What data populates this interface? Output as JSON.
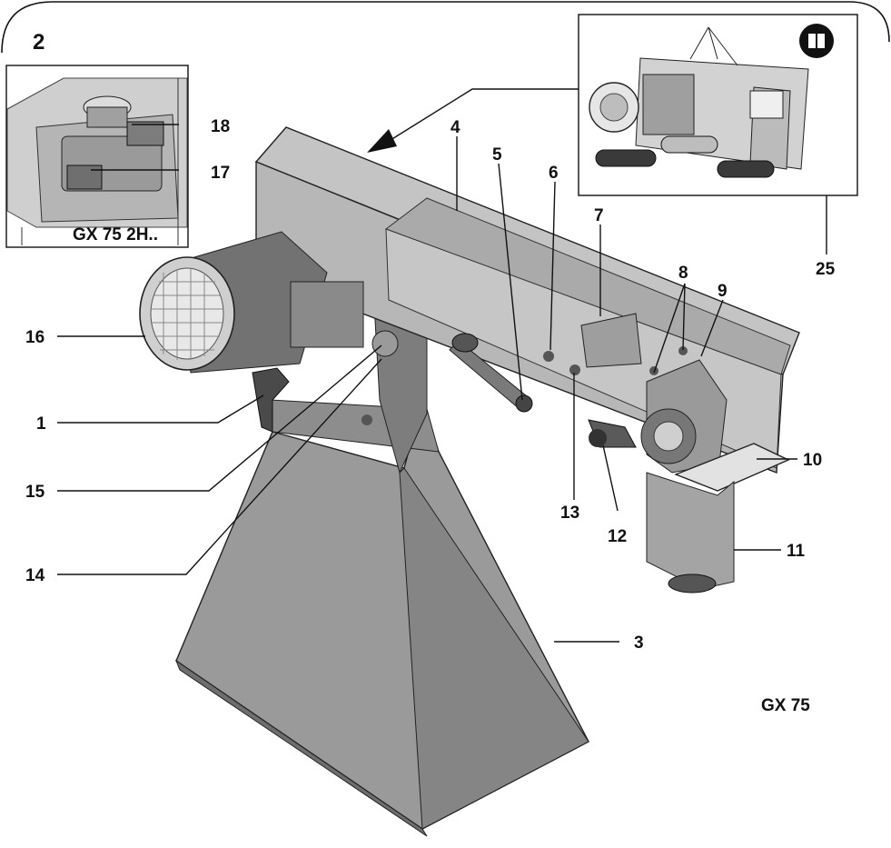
{
  "figure_number": "2",
  "callouts": {
    "c1": "1",
    "c3": "3",
    "c4": "4",
    "c5": "5",
    "c6": "6",
    "c7": "7",
    "c8": "8",
    "c9": "9",
    "c10": "10",
    "c11": "11",
    "c12": "12",
    "c13": "13",
    "c14": "14",
    "c15": "15",
    "c16": "16",
    "c17": "17",
    "c18": "18",
    "c25": "25"
  },
  "inset_switch_label": "GX 75 2H..",
  "model_label": "GX 75",
  "colors": {
    "line": "#111111",
    "metal_light": "#c9c9c9",
    "metal_mid": "#a8a8a8",
    "metal_dark": "#7a7a7a"
  }
}
